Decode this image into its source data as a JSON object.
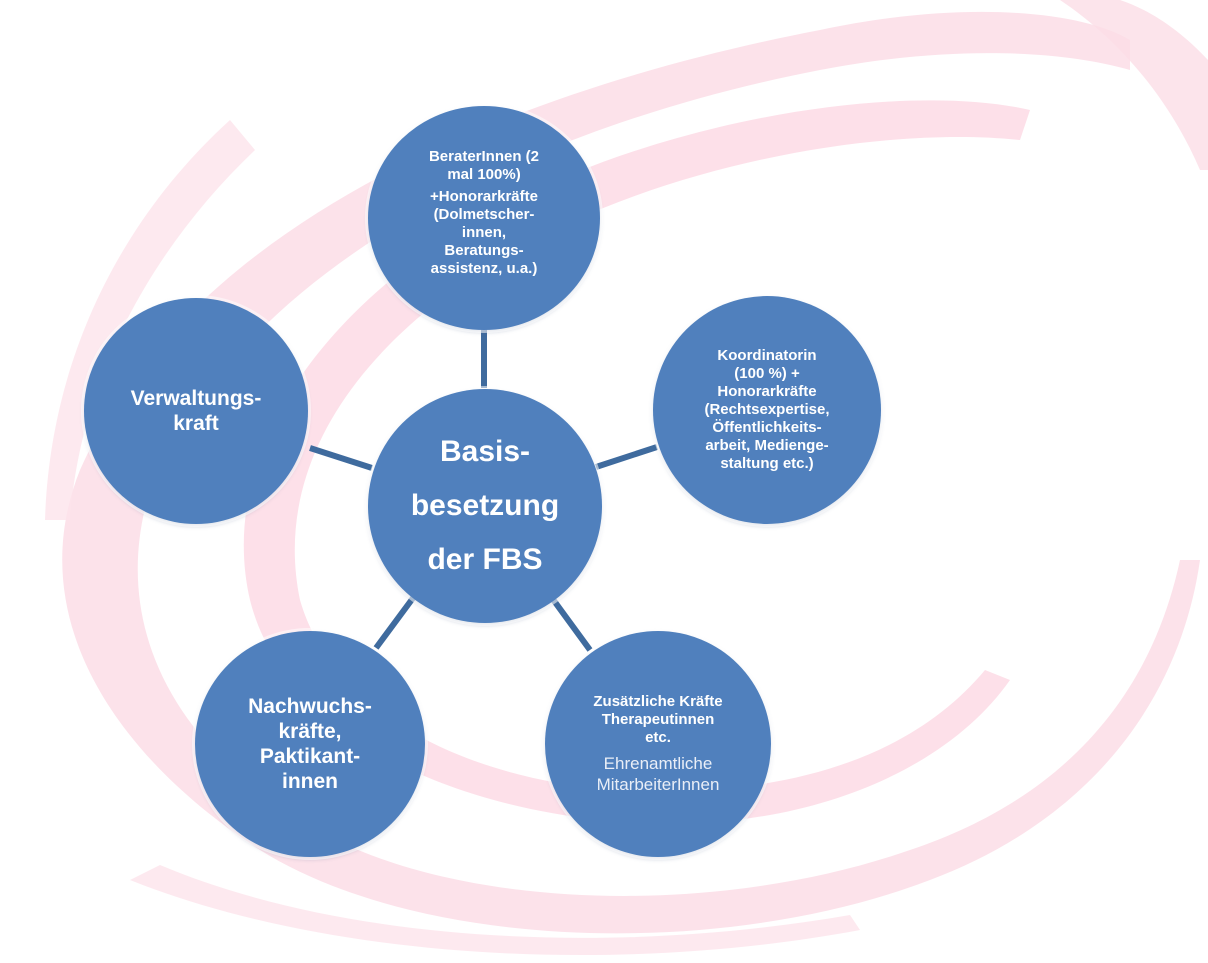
{
  "colors": {
    "node_fill": "#5080bd",
    "connector": "#3f6b9e",
    "swirl": "#f7c6d3"
  },
  "center": {
    "lines": [
      "Basis-",
      "besetzung",
      "der FBS"
    ]
  },
  "nodes": [
    {
      "id": "top",
      "lines": [
        "BeraterInnen (2",
        "mal 100%)",
        "+Honorarkräfte",
        "(Dolmetscher-",
        "innen,",
        "Beratungs-",
        "assistenz, u.a.)"
      ]
    },
    {
      "id": "left",
      "lines": [
        "Verwaltungs-",
        "kraft"
      ]
    },
    {
      "id": "right",
      "lines": [
        "Koordinatorin",
        "(100 %) +",
        "Honorarkräfte",
        "(Rechtsexpertise,",
        "Öffentlichkeits-",
        "arbeit, Medienge-",
        "staltung etc.)"
      ]
    },
    {
      "id": "bottom-left",
      "lines": [
        "Nachwuchs-",
        "kräfte,",
        "Paktikant-",
        "innen"
      ]
    },
    {
      "id": "bottom-right",
      "lines": [
        "Zusätzliche Kräfte",
        "Therapeutinnen",
        "etc.",
        "Ehrenamtliche",
        "MitarbeiterInnen"
      ]
    }
  ]
}
